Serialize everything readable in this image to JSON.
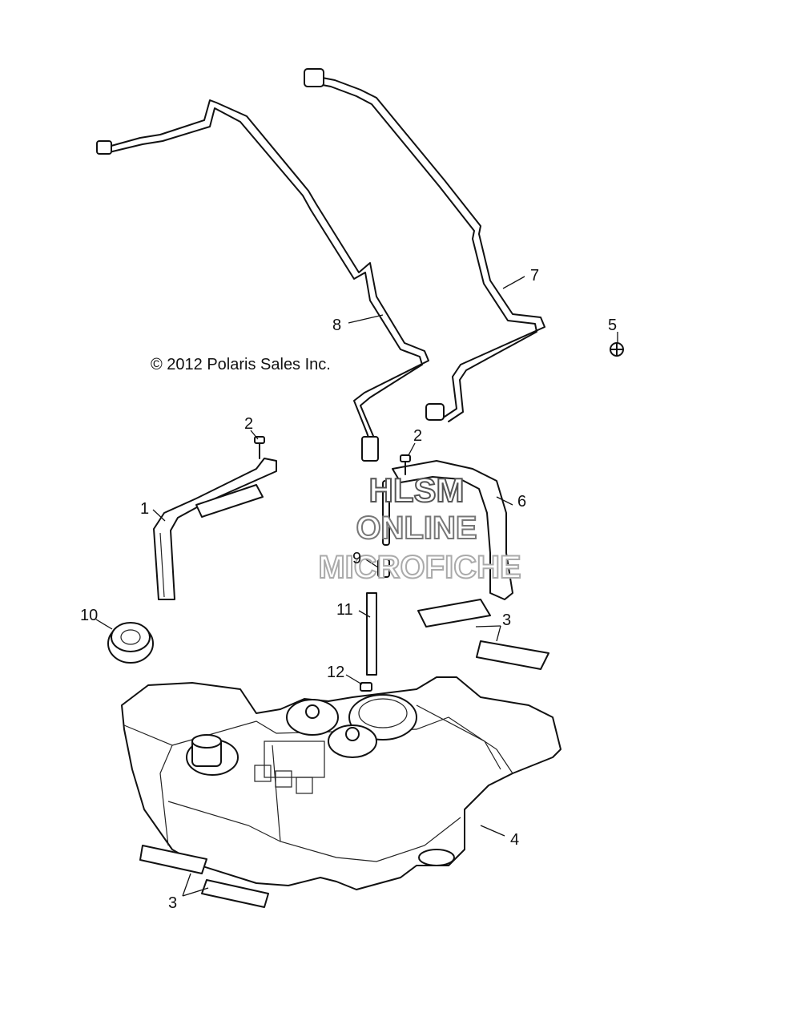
{
  "copyright": "© 2012 Polaris Sales Inc.",
  "watermark": {
    "line1": "HLSM",
    "line2": "ONLINE",
    "line3": "MICROFICHE"
  },
  "callouts": {
    "c1": "1",
    "c2a": "2",
    "c2b": "2",
    "c3a": "3",
    "c3b": "3",
    "c4": "4",
    "c5": "5",
    "c6": "6",
    "c7": "7",
    "c8": "8",
    "c9": "9",
    "c10": "10",
    "c11": "11",
    "c12": "12"
  },
  "colors": {
    "line": "#111111",
    "background": "#ffffff",
    "watermark_outline": "#555555"
  }
}
